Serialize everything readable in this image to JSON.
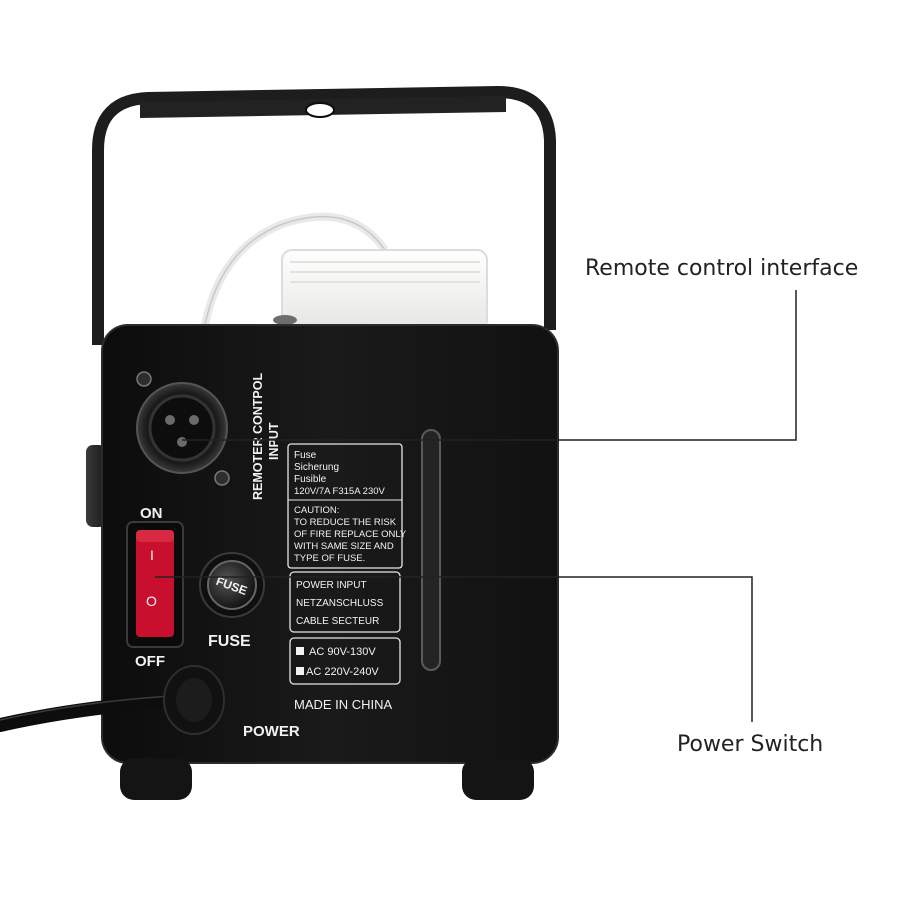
{
  "callouts": {
    "remote": "Remote control interface",
    "power_switch": "Power Switch"
  },
  "panel": {
    "remote_label_line1": "REMOTER CONTPOL",
    "remote_label_line2": "INPUT",
    "switch_on": "ON",
    "switch_off": "OFF",
    "switch_i": "I",
    "switch_o": "O",
    "fuse_cap": "FUSE",
    "fuse_label": "FUSE",
    "power_label": "POWER",
    "fuse_box": {
      "line1": "Fuse",
      "line2": "Sicherung",
      "line3": "Fusible",
      "line4": "120V/7A F315A 230V",
      "caution1": "CAUTION:",
      "caution2": "TO REDUCE THE RISK",
      "caution3": "OF FIRE REPLACE ONLY",
      "caution4": "WITH SAME SIZE AND",
      "caution5": "TYPE OF FUSE."
    },
    "power_box": {
      "line1": "POWER INPUT",
      "line2": "NETZANSCHLUSS",
      "line3": "CABLE SECTEUR"
    },
    "voltage_box": {
      "line1": "AC 90V-130V",
      "line2": "AC 220V-240V"
    },
    "made_in": "MADE IN CHINA"
  },
  "colors": {
    "body": "#141414",
    "switch_red": "#c8102e",
    "bracket": "#1e1e1e",
    "tank": "#f4f4f2"
  }
}
